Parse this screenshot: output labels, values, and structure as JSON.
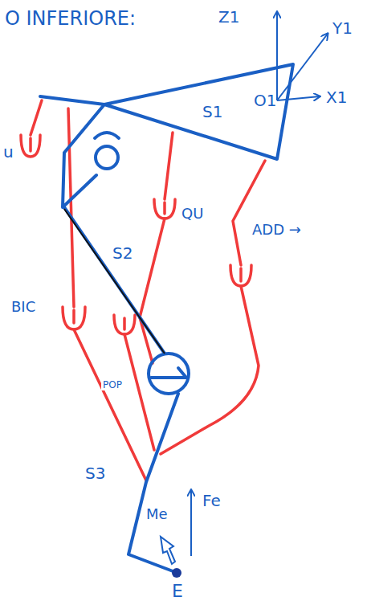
{
  "diagram": {
    "nodes": [
      {
        "text": [
          "S1",
          "O1"
        ]
      }
    ],
    "labels": [
      "O INFERIORE:",
      "Z1",
      "Y1",
      "X1",
      "u",
      "QU",
      "ADD →",
      "S2",
      "BIC",
      "POP",
      "S3",
      "Me",
      "Fe",
      "E"
    ]
  }
}
